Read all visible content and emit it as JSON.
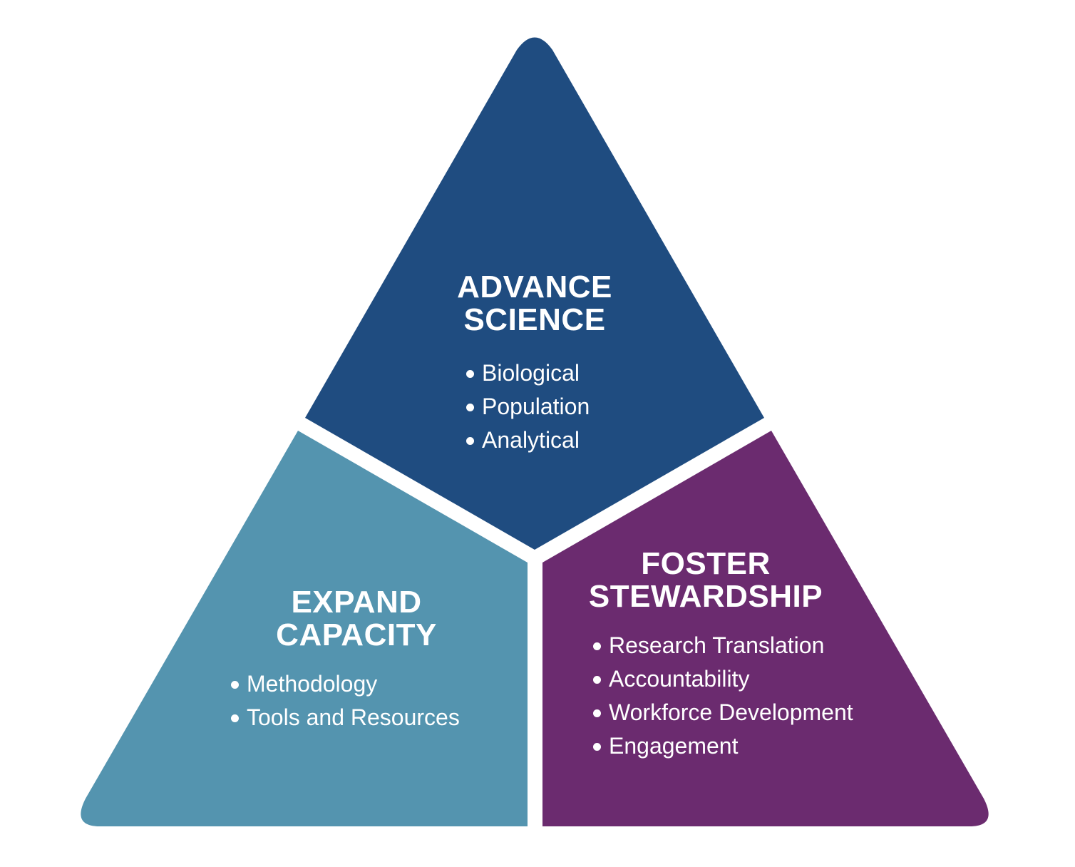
{
  "diagram": {
    "type": "segmented-triangle",
    "sections": [
      {
        "id": "advance-science",
        "title_lines": [
          "ADVANCE",
          "SCIENCE"
        ],
        "color": "#1F4C80",
        "items": [
          "Biological",
          "Population",
          "Analytical"
        ]
      },
      {
        "id": "expand-capacity",
        "title_lines": [
          "EXPAND",
          "CAPACITY"
        ],
        "color": "#5494AF",
        "items": [
          "Methodology",
          "Tools and Resources"
        ]
      },
      {
        "id": "foster-stewardship",
        "title_lines": [
          "FOSTER",
          "STEWARDSHIP"
        ],
        "color": "#6B2B6F",
        "items": [
          "Research Translation",
          "Accountability",
          "Workforce Development",
          "Engagement"
        ]
      }
    ],
    "background": "#FFFFFF",
    "text_color": "#FFFFFF"
  }
}
